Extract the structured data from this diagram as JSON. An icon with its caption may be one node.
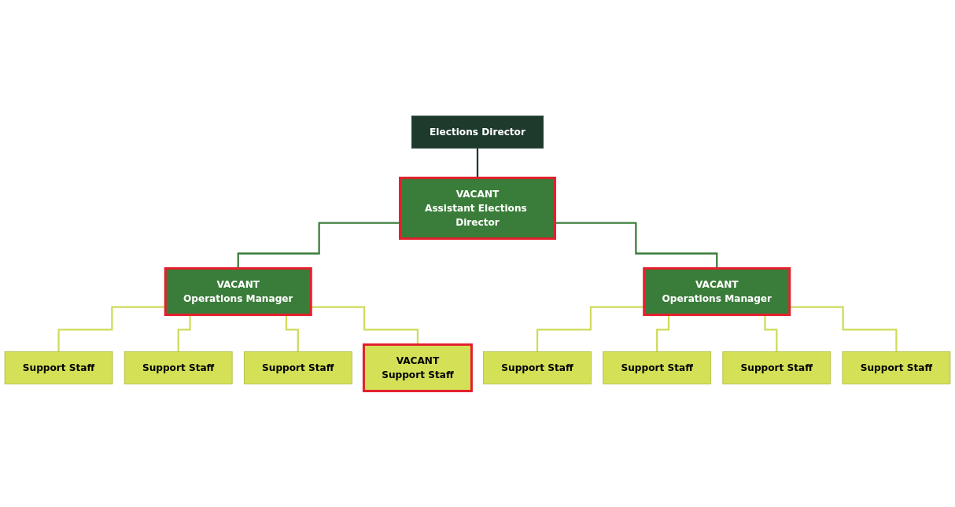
{
  "diagram": {
    "nodes": [
      {
        "text": [
          "Elections Director"
        ]
      },
      {
        "text": [
          "VACANT",
          "Assistant Elections Director"
        ]
      },
      {
        "text": [
          "VACANT",
          "Operations Manager"
        ]
      },
      {
        "text": [
          "VACANT",
          "Operations Manager"
        ]
      },
      {
        "text": [
          "Support Staff"
        ]
      },
      {
        "text": [
          "Support Staff"
        ]
      },
      {
        "text": [
          "Support Staff"
        ]
      },
      {
        "text": [
          "VACANT",
          "Support Staff"
        ]
      },
      {
        "text": [
          "Support Staff"
        ]
      },
      {
        "text": [
          "Support Staff"
        ]
      },
      {
        "text": [
          "Support Staff"
        ]
      },
      {
        "text": [
          "Support Staff"
        ]
      }
    ],
    "edges": [
      {
        "from": 0,
        "to": 1,
        "arrow": "none",
        "color": "#1e3a2c"
      },
      {
        "from": 1,
        "to": 2,
        "arrow": "none",
        "color": "#3a7d3a"
      },
      {
        "from": 1,
        "to": 3,
        "arrow": "none",
        "color": "#3a7d3a"
      },
      {
        "from": 2,
        "to": 4,
        "arrow": "none"
      },
      {
        "from": 2,
        "to": 5,
        "arrow": "none"
      },
      {
        "from": 2,
        "to": 6,
        "arrow": "none"
      },
      {
        "from": 2,
        "to": 7,
        "arrow": "none"
      },
      {
        "from": 3,
        "to": 8,
        "arrow": "none"
      },
      {
        "from": 3,
        "to": 9,
        "arrow": "none"
      },
      {
        "from": 3,
        "to": 10,
        "arrow": "none"
      },
      {
        "from": 3,
        "to": 11,
        "arrow": "none"
      }
    ]
  }
}
